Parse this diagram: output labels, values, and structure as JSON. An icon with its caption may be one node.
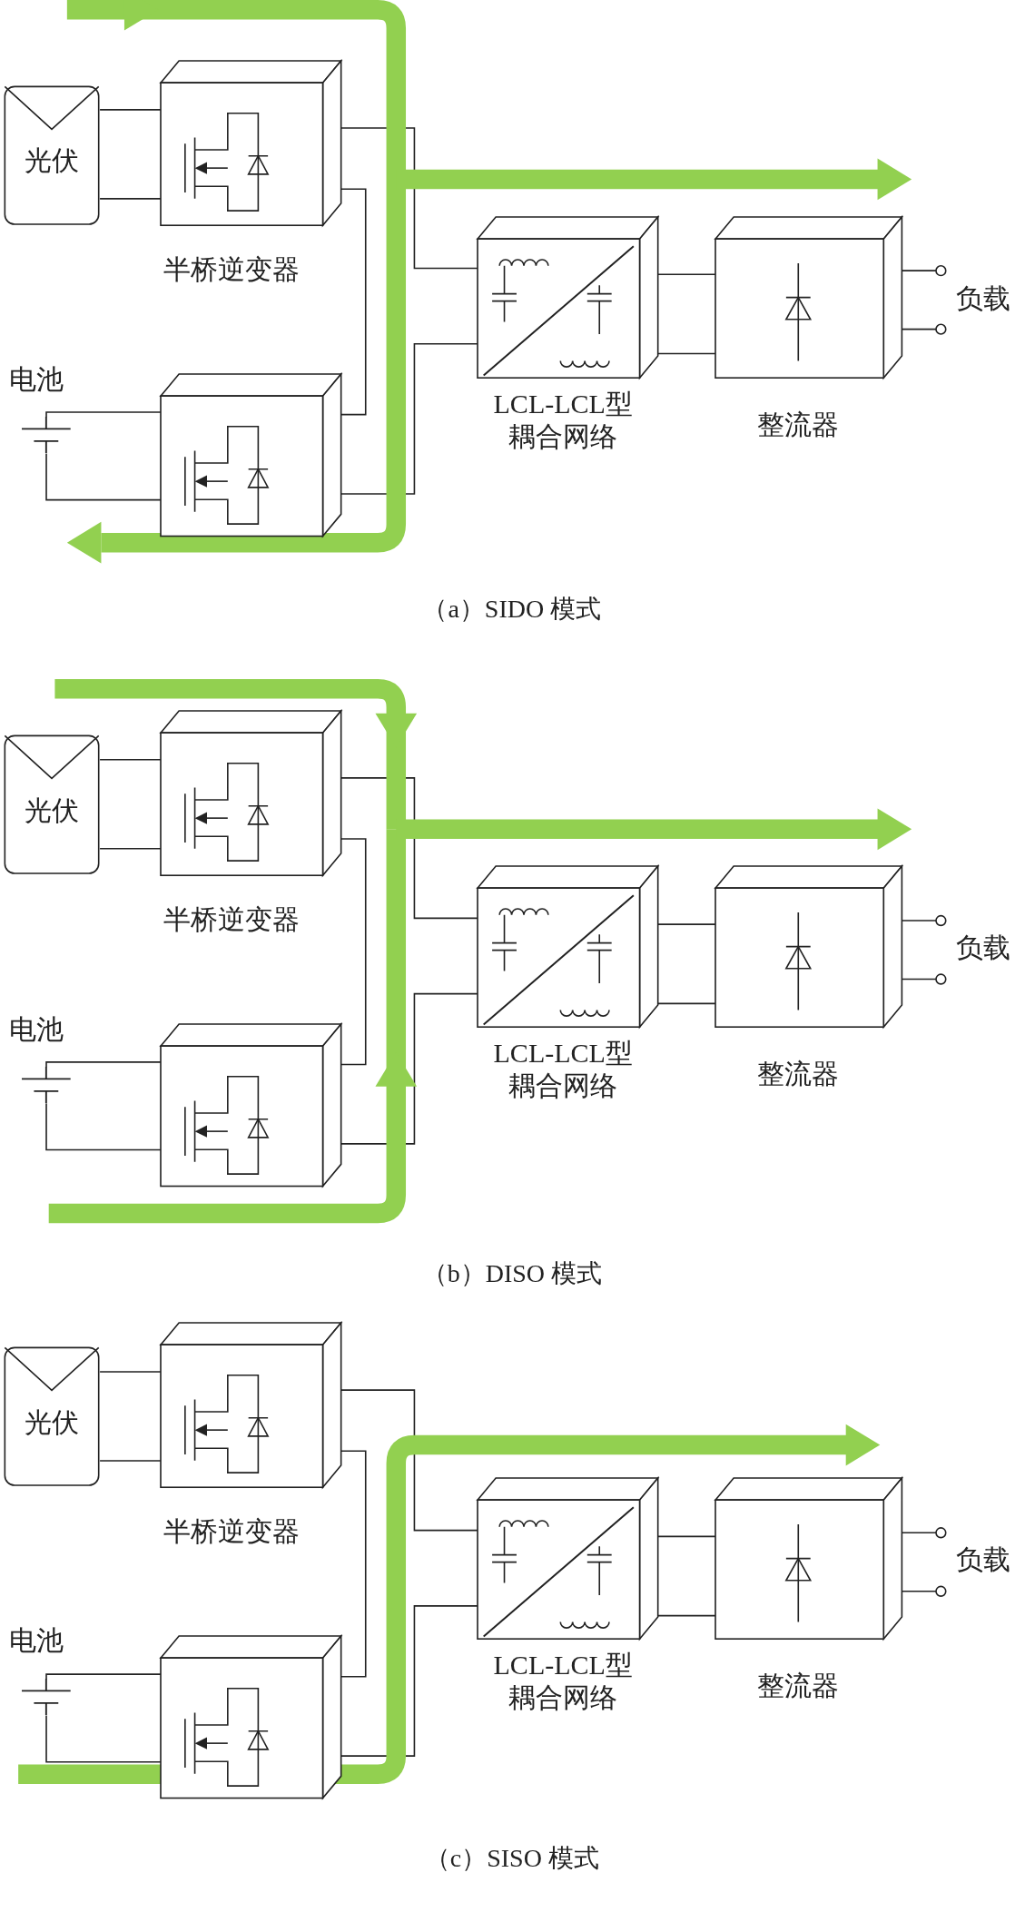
{
  "diagram": {
    "nodes": [
      {
        "text": [
          "光伏"
        ]
      },
      {
        "text": [],
        "shape": "box",
        "beside": [
          "半桥逆变器"
        ]
      },
      {
        "text": [],
        "shape": "battery",
        "beside": [
          "电池"
        ]
      },
      {
        "text": [],
        "shape": "box"
      },
      {
        "text": [],
        "shape": "box",
        "beside": [
          "LCL-LCL型耦合网络"
        ]
      },
      {
        "text": [],
        "shape": "box",
        "beside": [
          "整流器"
        ]
      },
      {
        "text": [
          "负载"
        ]
      },
      {
        "text": [
          "光伏"
        ]
      },
      {
        "text": [],
        "shape": "box",
        "beside": [
          "半桥逆变器"
        ]
      },
      {
        "text": [],
        "shape": "battery",
        "beside": [
          "电池"
        ]
      },
      {
        "text": [],
        "shape": "box"
      },
      {
        "text": [],
        "shape": "box",
        "beside": [
          "LCL-LCL型耦合网络"
        ]
      },
      {
        "text": [],
        "shape": "box",
        "beside": [
          "整流器"
        ]
      },
      {
        "text": [
          "负载"
        ]
      },
      {
        "text": [
          "光伏"
        ]
      },
      {
        "text": [],
        "shape": "box",
        "beside": [
          "半桥逆变器"
        ]
      },
      {
        "text": [],
        "shape": "battery",
        "beside": [
          "电池"
        ]
      },
      {
        "text": [],
        "shape": "box"
      },
      {
        "text": [],
        "shape": "box",
        "beside": [
          "LCL-LCL型耦合网络"
        ]
      },
      {
        "text": [],
        "shape": "box",
        "beside": [
          "整流器"
        ]
      },
      {
        "text": [
          "负载"
        ]
      }
    ],
    "edges": [
      {
        "from": 0,
        "to": 1,
        "arrow": "none"
      },
      {
        "from": 2,
        "to": 3,
        "arrow": "none"
      },
      {
        "from": 1,
        "to": 4,
        "arrow": "none"
      },
      {
        "from": 1,
        "to": 3,
        "arrow": "none"
      },
      {
        "from": 3,
        "to": 4,
        "arrow": "none"
      },
      {
        "from": 4,
        "to": 5,
        "arrow": "none"
      },
      {
        "from": 5,
        "to": 6,
        "arrow": "other"
      },
      {
        "from": 5,
        "to": 6,
        "arrow": "other"
      },
      {
        "from": 7,
        "to": 8,
        "arrow": "none"
      },
      {
        "from": 9,
        "to": 10,
        "arrow": "none"
      },
      {
        "from": 8,
        "to": 11,
        "arrow": "none"
      },
      {
        "from": 8,
        "to": 10,
        "arrow": "none"
      },
      {
        "from": 10,
        "to": 11,
        "arrow": "none"
      },
      {
        "from": 11,
        "to": 12,
        "arrow": "none"
      },
      {
        "from": 12,
        "to": 13,
        "arrow": "other"
      },
      {
        "from": 12,
        "to": 13,
        "arrow": "other"
      },
      {
        "from": 14,
        "to": 15,
        "arrow": "none"
      },
      {
        "from": 16,
        "to": 17,
        "arrow": "none"
      },
      {
        "from": 15,
        "to": 18,
        "arrow": "none"
      },
      {
        "from": 15,
        "to": 17,
        "arrow": "none"
      },
      {
        "from": 17,
        "to": 18,
        "arrow": "none"
      },
      {
        "from": 18,
        "to": 19,
        "arrow": "none"
      },
      {
        "from": 19,
        "to": 20,
        "arrow": "other"
      },
      {
        "from": 19,
        "to": 20,
        "arrow": "other"
      }
    ],
    "labels": [
      "（a）SIDO 模式",
      "（b）DISO 模式",
      "（c）SISO 模式"
    ]
  }
}
